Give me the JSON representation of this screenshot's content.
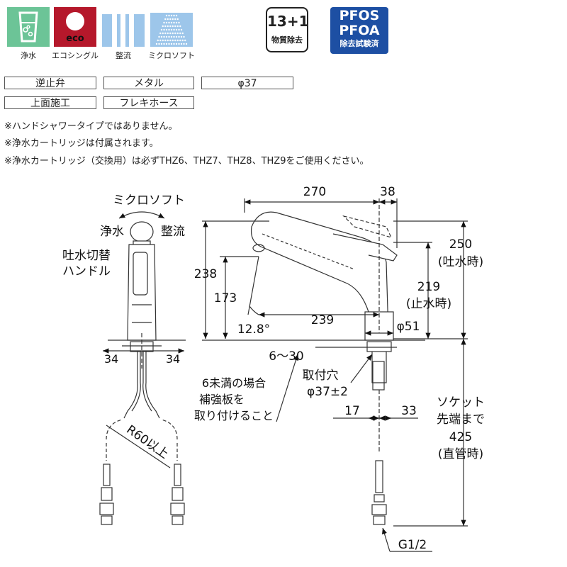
{
  "features": [
    {
      "label": "浄水",
      "icon": "water-glass-icon",
      "color": "#6cc497"
    },
    {
      "label": "エコシングル",
      "icon": "eco-single-icon",
      "color": "#b5182b",
      "icon_text": "eco"
    },
    {
      "label": "整流",
      "icon": "laminar-flow-icon",
      "color": "#4f97d1"
    },
    {
      "label": "ミクロソフト",
      "icon": "micro-soft-spray-icon",
      "color": "#4f97d1"
    }
  ],
  "badges": {
    "removal_count": "13+1",
    "removal_caption": "物質除去",
    "pfos": "PFOS",
    "pfoa": "PFOA",
    "pf_caption": "除去試験済",
    "pf_color": "#1d4fa3"
  },
  "tags": {
    "row1": [
      "逆止弁",
      "メタル",
      "φ37"
    ],
    "row2": [
      "上面施工",
      "フレキホース"
    ]
  },
  "notes": [
    "※ハンドシャワータイプではありません。",
    "※浄水カートリッジは付属されます。",
    "※浄水カートリッジ（交換用）は必ずTHZ6、THZ7、THZ8、THZ9をご使用ください。"
  ],
  "front_view": {
    "micro_soft": "ミクロソフト",
    "jousui": "浄水",
    "seiryu": "整流",
    "handle_line1": "吐水切替",
    "handle_line2": "ハンドル",
    "dim_left": "34",
    "dim_right": "34",
    "bend_radius": "R60以上"
  },
  "side_view": {
    "dim_270": "270",
    "dim_38": "38",
    "dim_250": "250",
    "spout_note": "(吐水時)",
    "dim_219": "219",
    "stop_note": "(止水時)",
    "dim_238": "238",
    "dim_173": "173",
    "angle": "12.8°",
    "dim_239": "239",
    "dim_51": "φ51",
    "dim_6_30": "6〜30",
    "hole_line1": "取付穴",
    "hole_line2": "φ37±2",
    "dim_17": "17",
    "dim_33": "33",
    "reinforce_1": "6未満の場合",
    "reinforce_2": "補強板を",
    "reinforce_3": "取り付けること",
    "socket_1": "ソケット",
    "socket_2": "先端まで",
    "socket_3": "425",
    "socket_4": "(直管時)",
    "thread": "G1/2"
  }
}
